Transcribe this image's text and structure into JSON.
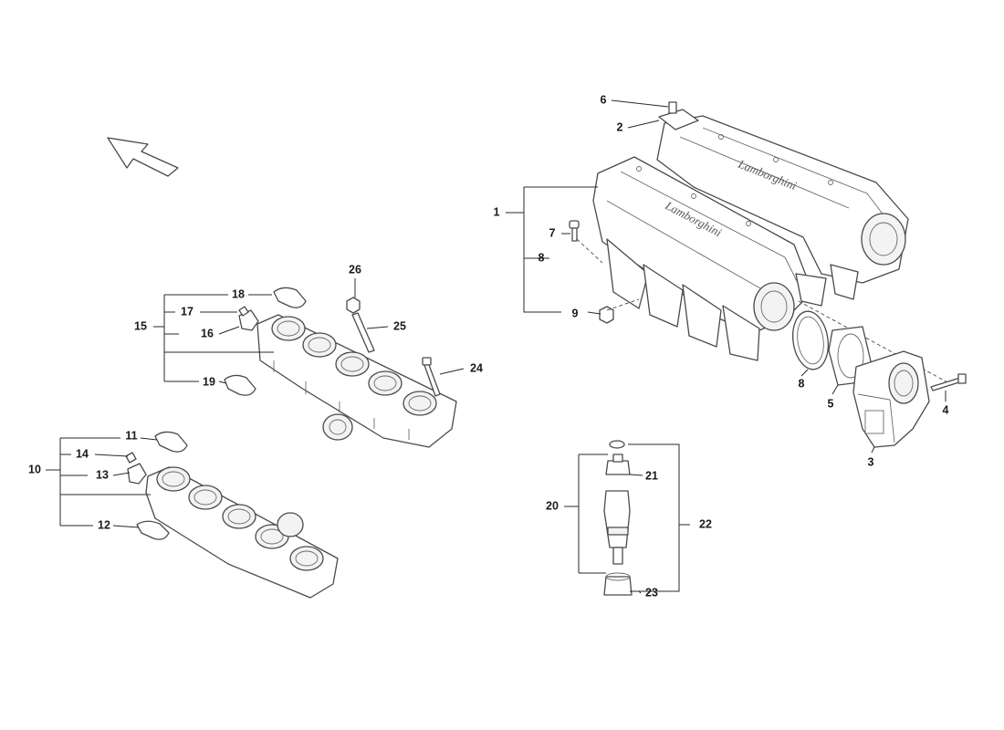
{
  "callouts": {
    "c1": "1",
    "c2": "2",
    "c3": "3",
    "c4": "4",
    "c5": "5",
    "c6": "6",
    "c7": "7",
    "c8a": "8",
    "c8b": "8",
    "c9": "9",
    "c10": "10",
    "c11": "11",
    "c12": "12",
    "c13": "13",
    "c14": "14",
    "c15": "15",
    "c16": "16",
    "c17": "17",
    "c18": "18",
    "c19": "19",
    "c20": "20",
    "c21": "21",
    "c22": "22",
    "c23": "23",
    "c24": "24",
    "c25": "25",
    "c26": "26"
  },
  "colors": {
    "line_art": "#4a4a4a",
    "leader": "#2a2a2a",
    "background": "#ffffff"
  }
}
